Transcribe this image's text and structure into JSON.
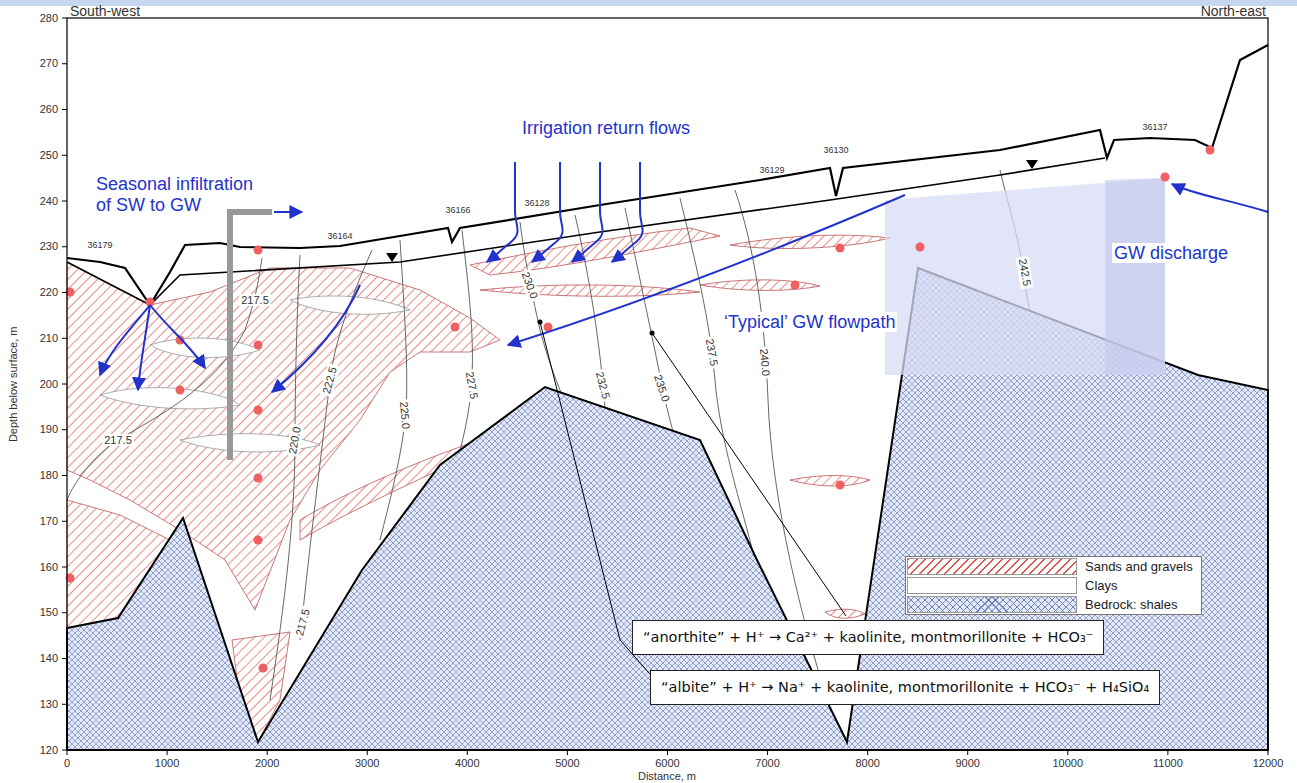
{
  "diagram": {
    "nodes": [
      {
        "text": [
          "“anorthite” + H⁺ → Ca²⁺ + kaolinite, montmorillonite + HCO₃⁻"
        ]
      },
      {
        "text": [
          "“albite” + H⁺ → Na⁺ + kaolinite, montmorillonite + HCO₃⁻ + H₄SiO₄"
        ]
      }
    ],
    "labels": [
      "South-west",
      "North-east",
      "280",
      "270",
      "260",
      "250",
      "240",
      "230",
      "220",
      "210",
      "200",
      "190",
      "180",
      "170",
      "160",
      "150",
      "140",
      "130",
      "120",
      "0",
      "1000",
      "2000",
      "3000",
      "4000",
      "5000",
      "6000",
      "7000",
      "8000",
      "9000",
      "10000",
      "11000",
      "12000",
      "Distance, m",
      "Depth below surface, m",
      "Seasonal infiltration of SW to GW",
      "Irrigation return flows",
      "‘Typical’ GW flowpath",
      "GW discharge",
      "217.5",
      "217.5",
      "220.0",
      "222.5",
      "225.0",
      "227.5",
      "230.0",
      "232.5",
      "235.0",
      "237.5",
      "240.0",
      "242.5",
      "217.5",
      "36179",
      "36164",
      "36166",
      "36128",
      "36129",
      "36130",
      "36137"
    ],
    "legend": [
      {
        "text": "Sands and gravels"
      },
      {
        "text": "Clays",
        "color": "#ffffff"
      },
      {
        "text": "Bedrock: shales"
      }
    ]
  }
}
